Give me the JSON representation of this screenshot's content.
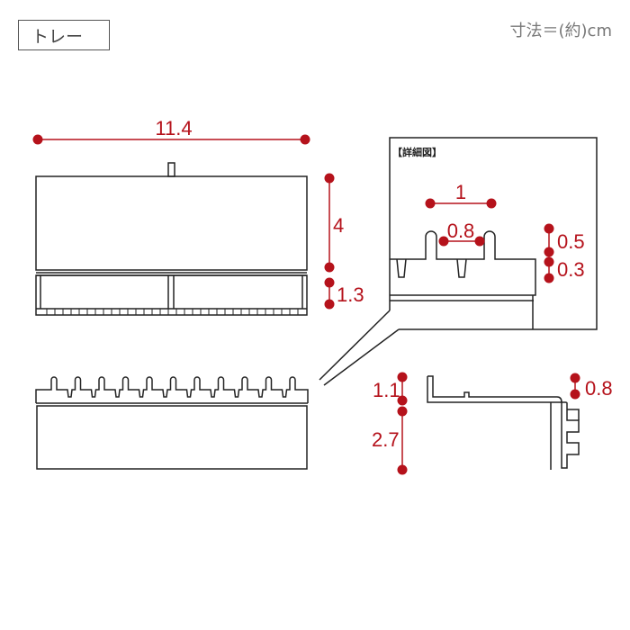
{
  "header": {
    "product_label": "トレー",
    "unit_note": "寸法＝(約)cm"
  },
  "detail": {
    "label": "【詳細図】"
  },
  "colors": {
    "dimension": "#b5121b",
    "outline": "#222222"
  },
  "dimensions": {
    "width": "11.4",
    "height_upper": "4",
    "height_lower": "1.3",
    "tooth_pitch": "1",
    "tooth_gap": "0.8",
    "tooth_height": "0.5",
    "notch_depth": "0.3",
    "side_top": "1.1",
    "side_body": "2.7",
    "hook": "0.8"
  }
}
